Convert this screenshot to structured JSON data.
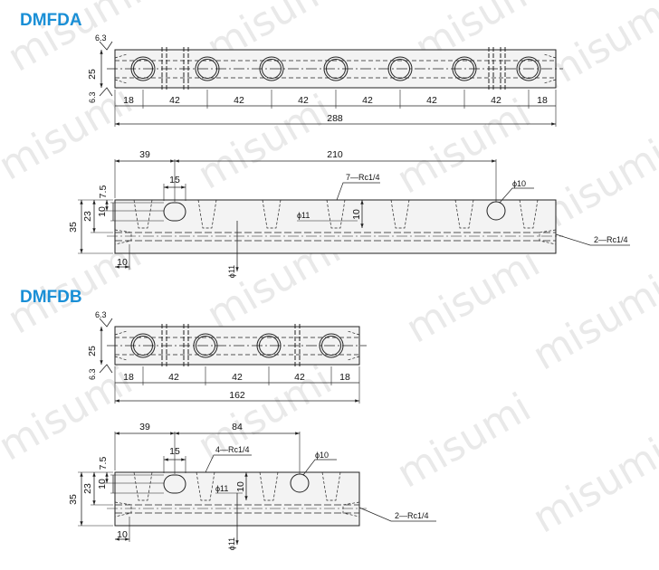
{
  "watermark": "misumi",
  "colors": {
    "title": "#1a8fd6",
    "line": "#222222",
    "fill": "#f3f3f3"
  },
  "dmfda": {
    "title": "DMFDA",
    "top": {
      "surface_top": "6.3",
      "surface_bottom": "6.3",
      "height": "25",
      "segments": [
        "18",
        "42",
        "42",
        "42",
        "42",
        "42",
        "42",
        "18"
      ],
      "total": "288"
    },
    "front": {
      "dim_39": "39",
      "dim_210": "210",
      "dim_15": "15",
      "dim_7_5": "7.5",
      "dim_10_left": "10",
      "dim_23": "23",
      "dim_35": "35",
      "dim_10_bottom": "10",
      "dim_10_mid": "10",
      "port_label": "7—Rc1/4",
      "hole_label": "ϕ10",
      "bore_label": "ϕ11",
      "bore_label_bottom": "ϕ11",
      "end_label": "2—Rc1/4"
    }
  },
  "dmfdb": {
    "title": "DMFDB",
    "top": {
      "surface_top": "6.3",
      "surface_bottom": "6.3",
      "height": "25",
      "segments": [
        "18",
        "42",
        "42",
        "42",
        "18"
      ],
      "total": "162"
    },
    "front": {
      "dim_39": "39",
      "dim_84": "84",
      "dim_15": "15",
      "dim_7_5": "7.5",
      "dim_10_left": "10",
      "dim_23": "23",
      "dim_35": "35",
      "dim_10_bottom": "10",
      "dim_10_mid": "10",
      "port_label": "4—Rc1/4",
      "hole_label": "ϕ10",
      "bore_label": "ϕ11",
      "bore_label_bottom": "ϕ11",
      "end_label": "2—Rc1/4"
    }
  }
}
